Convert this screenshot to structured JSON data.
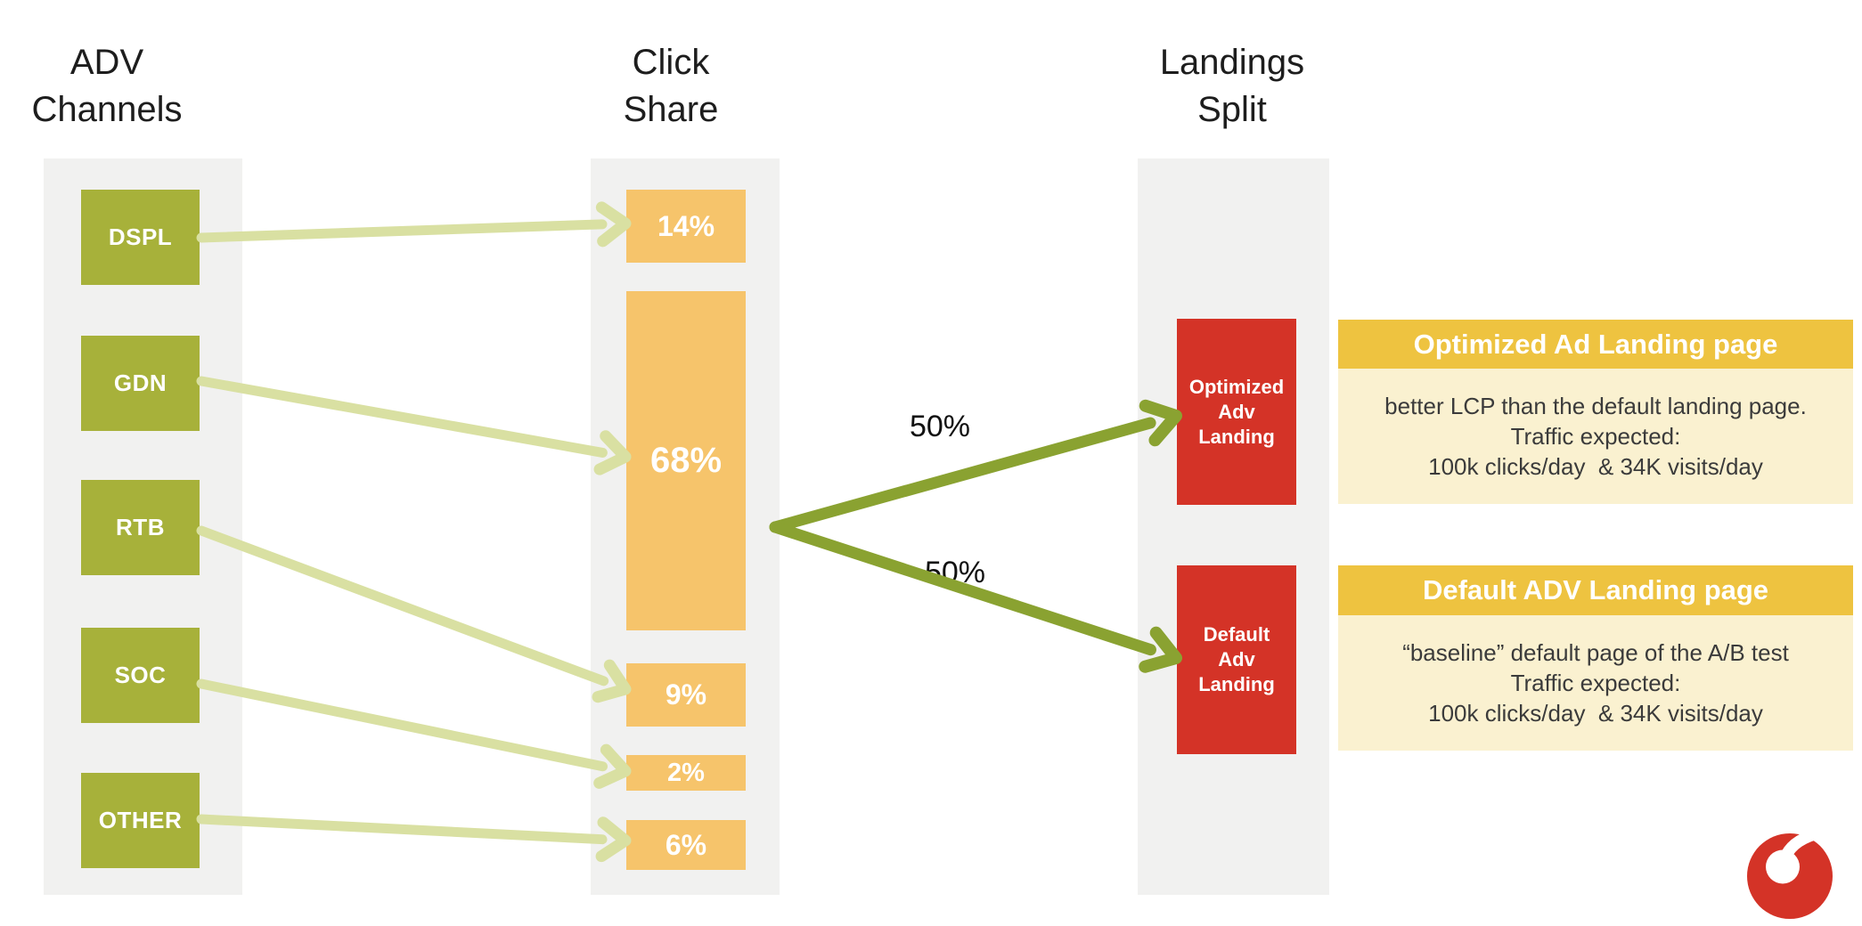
{
  "columns": {
    "adv_channels": {
      "title": [
        "ADV",
        "Channels"
      ],
      "items": [
        "DSPL",
        "GDN",
        "RTB",
        "SOC",
        "OTHER"
      ]
    },
    "click_share": {
      "title": [
        "Click",
        "Share"
      ],
      "items": [
        "14%",
        "68%",
        "9%",
        "2%",
        "6%"
      ]
    },
    "landings_split": {
      "title": [
        "Landings",
        "Split"
      ],
      "items": [
        [
          "Optimized",
          "Adv",
          "Landing"
        ],
        [
          "Default",
          "Adv",
          "Landing"
        ]
      ]
    }
  },
  "flows": {
    "channel_to_share": [
      {
        "from": "DSPL",
        "to": "14%"
      },
      {
        "from": "GDN",
        "to": "68%"
      },
      {
        "from": "RTB",
        "to": "9%"
      },
      {
        "from": "SOC",
        "to": "2%"
      },
      {
        "from": "OTHER",
        "to": "6%"
      }
    ],
    "share_split": [
      {
        "label": "50%",
        "to": "Optimized Adv Landing"
      },
      {
        "label": "50%",
        "to": "Default Adv Landing"
      }
    ]
  },
  "cards": [
    {
      "header": "Optimized Ad Landing page",
      "body": [
        "better LCP than the default landing page.",
        "Traffic expected:",
        "100k clicks/day  & 34K visits/day"
      ]
    },
    {
      "header": "Default ADV Landing page",
      "body": [
        "“baseline” default page of the A/B test",
        "Traffic expected:",
        "100k clicks/day  & 34K visits/day"
      ]
    }
  ],
  "logo": {
    "name": "vodafone-logo"
  },
  "colors": {
    "brand_red": "#d43327",
    "olive_green": "#a7b13a",
    "light_green_arrow": "#d9e0a2",
    "dark_green_arrow": "#8aa231",
    "orange": "#f6c46b",
    "gold": "#eec340",
    "cream": "#faf1d0",
    "column_gray": "#f1f1f0"
  }
}
